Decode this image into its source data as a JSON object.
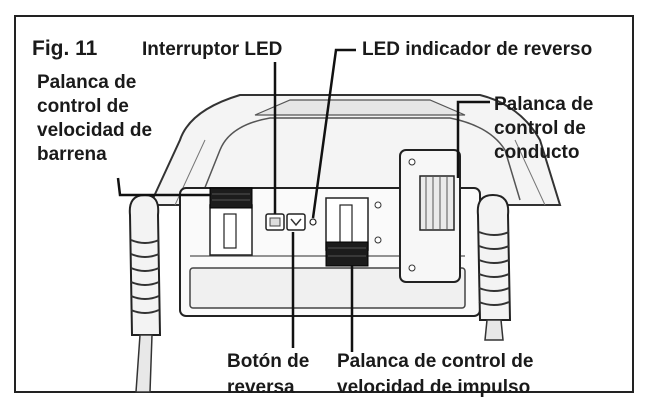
{
  "figure": {
    "number": "Fig. 11"
  },
  "callouts": {
    "led_switch": "Interruptor LED",
    "reverse_led": "LED indicador de reverso",
    "auger_speed_lever": "Palanca de\ncontrol de\nvelocidad de\nbarrena",
    "chute_lever": "Palanca de\ncontrol de\nconducto",
    "reverse_button": "Botón de\nreversa",
    "drive_speed_lever": "Palanca de control de\nvelocidad de impulso"
  }
}
